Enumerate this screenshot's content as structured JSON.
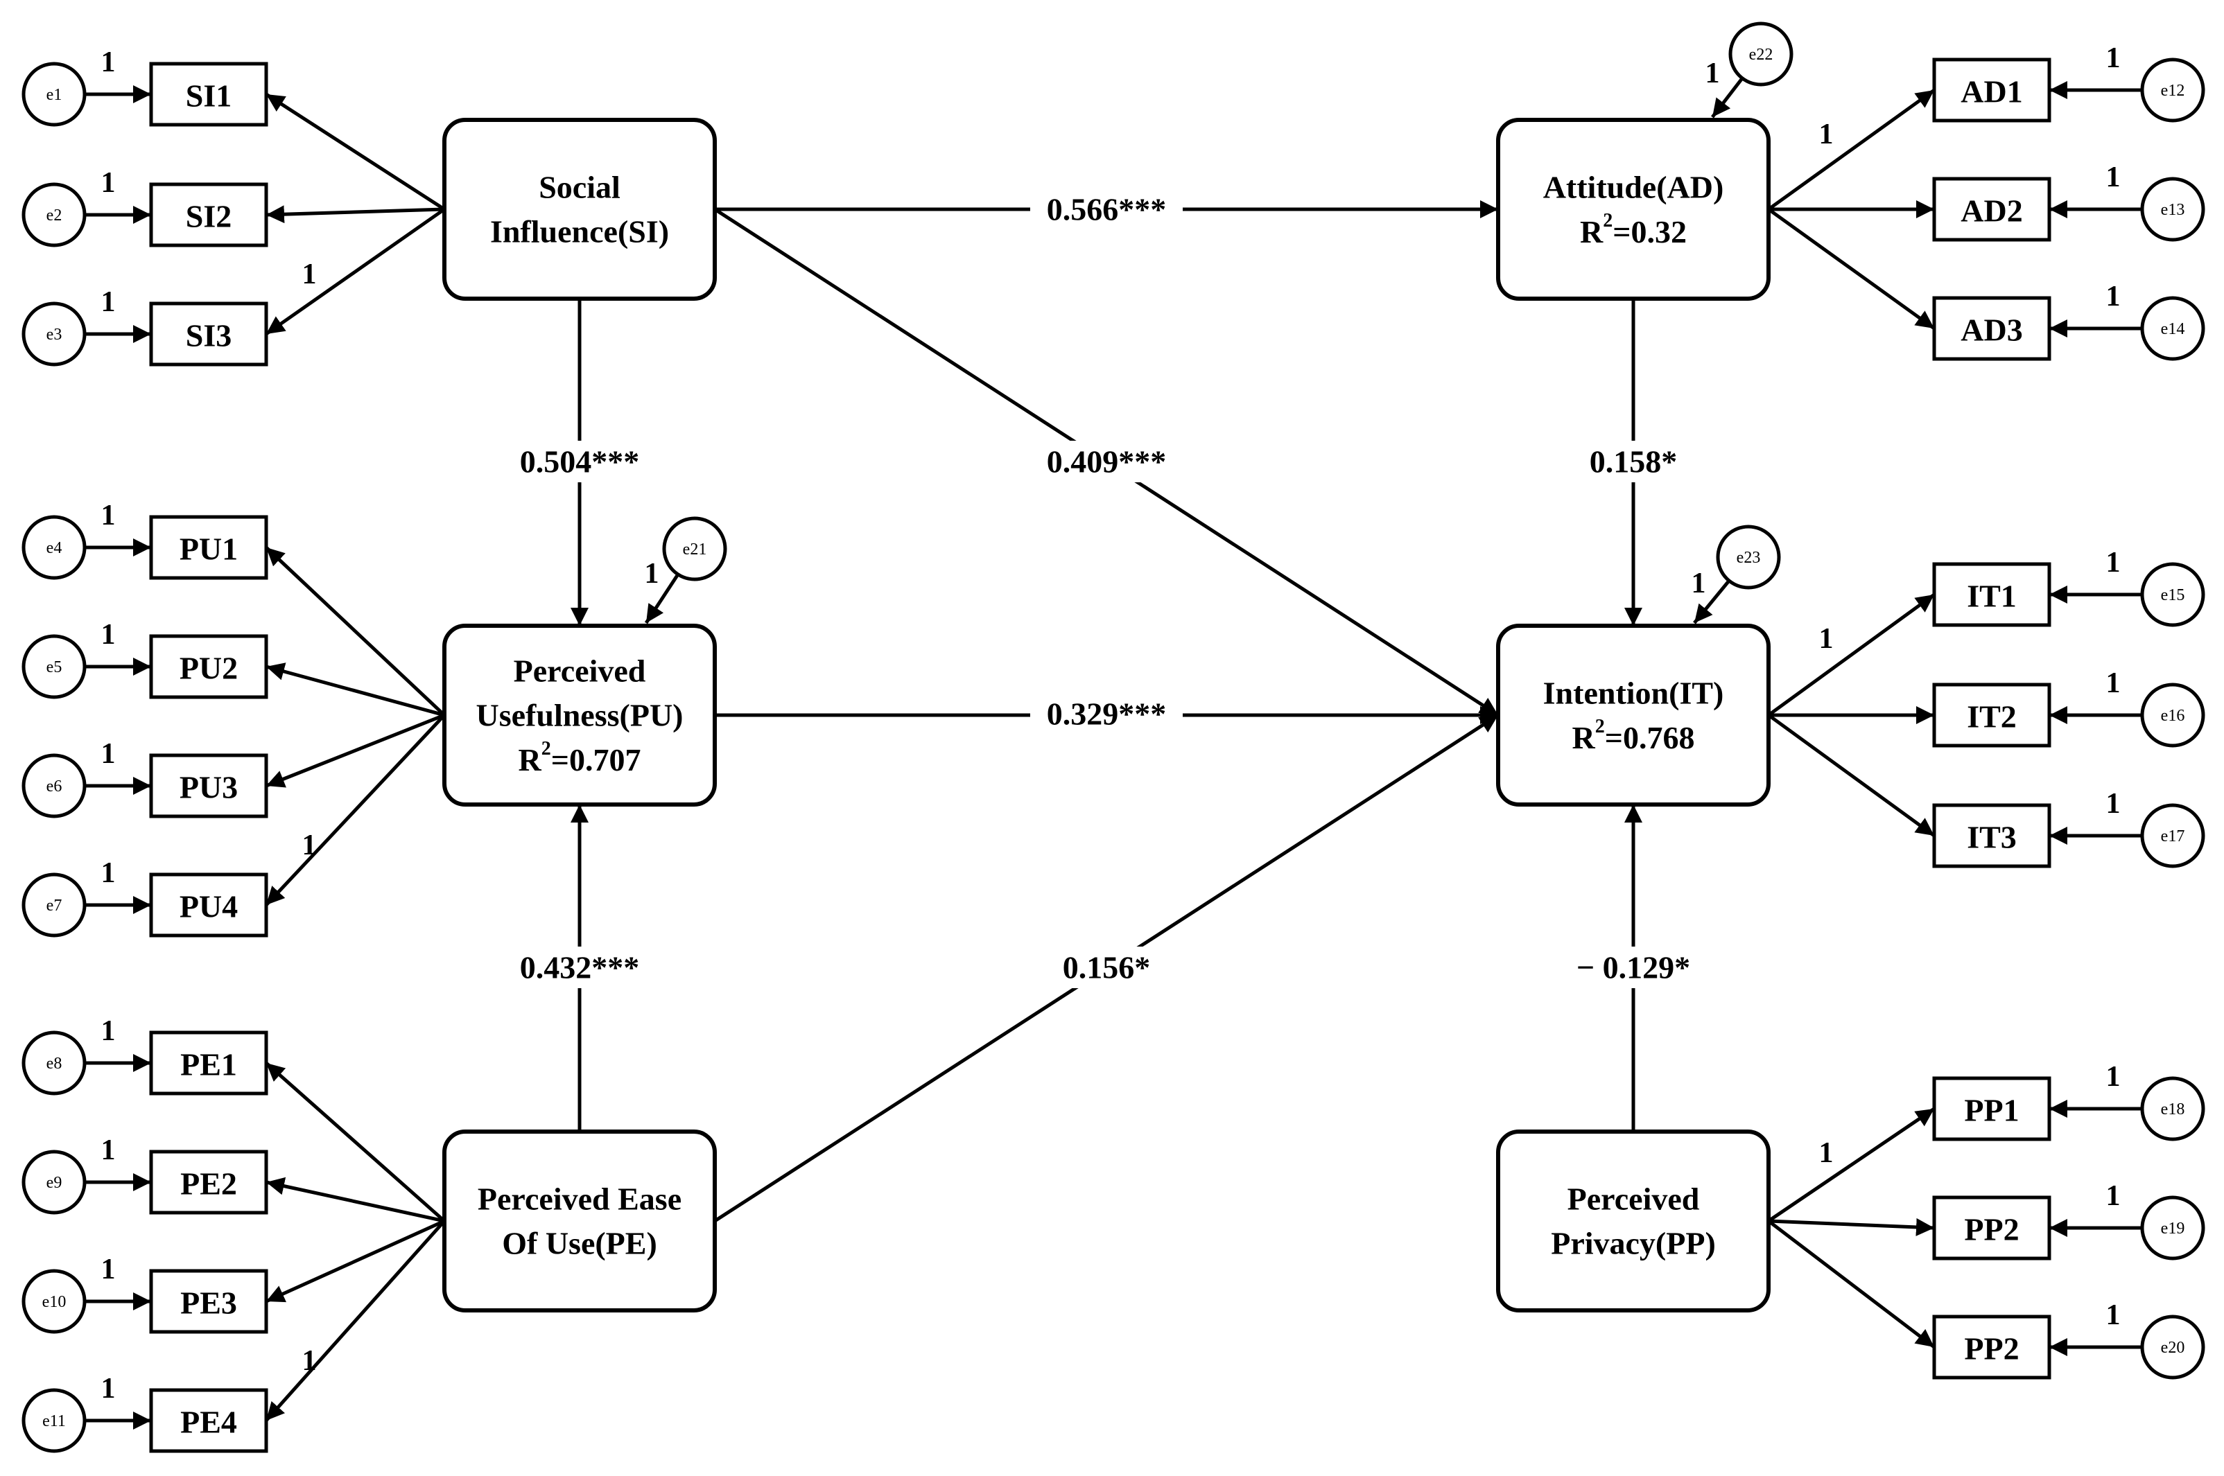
{
  "constructs": [
    {
      "id": "SI",
      "lines": [
        "Social",
        "Influence(SI)"
      ]
    },
    {
      "id": "PU",
      "lines": [
        "Perceived",
        "Usefulness(PU)"
      ],
      "r2": "=0.707"
    },
    {
      "id": "PE",
      "lines": [
        "Perceived Ease",
        "Of Use(PE)"
      ]
    },
    {
      "id": "AD",
      "lines": [
        "Attitude(AD)"
      ],
      "r2": "=0.32"
    },
    {
      "id": "IT",
      "lines": [
        "Intention(IT)"
      ],
      "r2": "=0.768"
    },
    {
      "id": "PP",
      "lines": [
        "Perceived",
        "Privacy(PP)"
      ]
    }
  ],
  "r2_symbol": "R",
  "r2_sup": "2",
  "loading_label": "1",
  "indicators": [
    {
      "label": "SI1",
      "error": "e1",
      "construct": "SI"
    },
    {
      "label": "SI2",
      "error": "e2",
      "construct": "SI"
    },
    {
      "label": "SI3",
      "error": "e3",
      "construct": "SI"
    },
    {
      "label": "PU1",
      "error": "e4",
      "construct": "PU"
    },
    {
      "label": "PU2",
      "error": "e5",
      "construct": "PU"
    },
    {
      "label": "PU3",
      "error": "e6",
      "construct": "PU"
    },
    {
      "label": "PU4",
      "error": "e7",
      "construct": "PU"
    },
    {
      "label": "PE1",
      "error": "e8",
      "construct": "PE"
    },
    {
      "label": "PE2",
      "error": "e9",
      "construct": "PE"
    },
    {
      "label": "PE3",
      "error": "e10",
      "construct": "PE"
    },
    {
      "label": "PE4",
      "error": "e11",
      "construct": "PE"
    },
    {
      "label": "AD1",
      "error": "e12",
      "construct": "AD"
    },
    {
      "label": "AD2",
      "error": "e13",
      "construct": "AD"
    },
    {
      "label": "AD3",
      "error": "e14",
      "construct": "AD"
    },
    {
      "label": "IT1",
      "error": "e15",
      "construct": "IT"
    },
    {
      "label": "IT2",
      "error": "e16",
      "construct": "IT"
    },
    {
      "label": "IT3",
      "error": "e17",
      "construct": "IT"
    },
    {
      "label": "PP1",
      "error": "e18",
      "construct": "PP"
    },
    {
      "label": "PP2",
      "error": "e19",
      "construct": "PP"
    },
    {
      "label": "PP2",
      "error": "e20",
      "construct": "PP"
    }
  ],
  "disturbances": [
    {
      "label": "e21",
      "construct": "PU"
    },
    {
      "label": "e22",
      "construct": "AD"
    },
    {
      "label": "e23",
      "construct": "IT"
    }
  ],
  "paths": [
    {
      "from": "SI",
      "to": "AD",
      "coef": "0.566***"
    },
    {
      "from": "SI",
      "to": "PU",
      "coef": "0.504***"
    },
    {
      "from": "SI",
      "to": "IT",
      "coef": "0.409***"
    },
    {
      "from": "AD",
      "to": "IT",
      "coef": "0.158*"
    },
    {
      "from": "PU",
      "to": "IT",
      "coef": "0.329***"
    },
    {
      "from": "PE",
      "to": "PU",
      "coef": "0.432***"
    },
    {
      "from": "PE",
      "to": "IT",
      "coef": "0.156*"
    },
    {
      "from": "PP",
      "to": "IT",
      "coef": "− 0.129*"
    }
  ]
}
